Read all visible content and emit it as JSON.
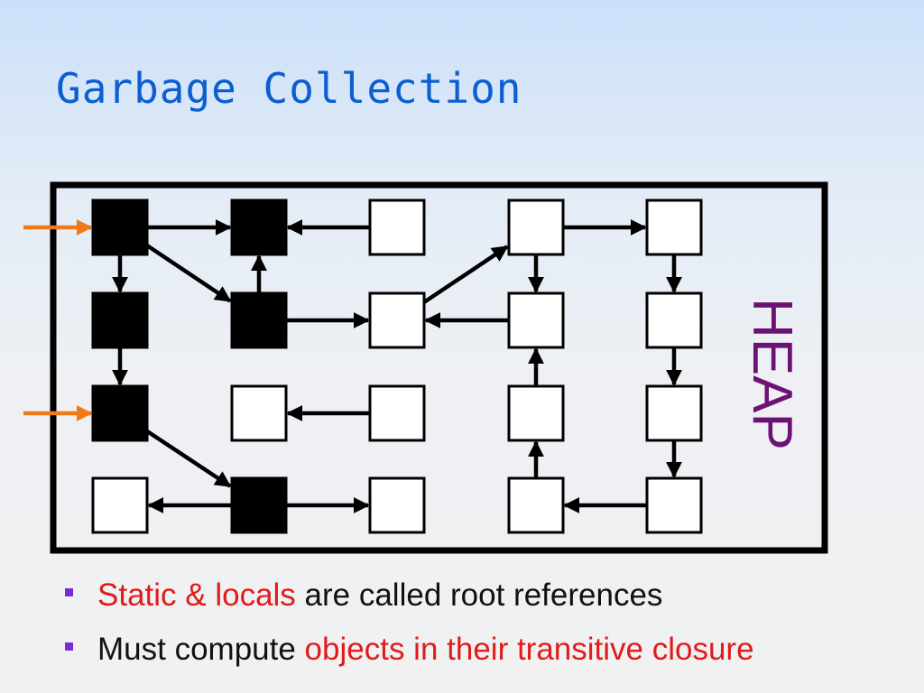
{
  "slide": {
    "title": "Garbage Collection",
    "heap_label": "HEAP",
    "bullets": [
      {
        "parts": [
          {
            "text": "Static & locals",
            "highlight": true
          },
          {
            "text": " are called root references",
            "highlight": false
          }
        ]
      },
      {
        "parts": [
          {
            "text": "Must compute ",
            "highlight": false
          },
          {
            "text": "objects in their transitive closure",
            "highlight": true
          }
        ]
      }
    ]
  },
  "colors": {
    "title": "#0b5fd0",
    "heap_label": "#6b1274",
    "highlight": "#e01b1b",
    "root_arrow": "#f07a1a",
    "reachable_object": "#000000",
    "unreachable_object": "#ffffff",
    "bullet": "#7a2bd6"
  },
  "heap_graph": {
    "grid": {
      "rows": 4,
      "cols": 5
    },
    "nodes": [
      {
        "id": "a1",
        "row": 0,
        "col": 0,
        "reachable": true
      },
      {
        "id": "a2",
        "row": 0,
        "col": 1,
        "reachable": true
      },
      {
        "id": "a3",
        "row": 0,
        "col": 2,
        "reachable": false
      },
      {
        "id": "a4",
        "row": 0,
        "col": 3,
        "reachable": false
      },
      {
        "id": "a5",
        "row": 0,
        "col": 4,
        "reachable": false
      },
      {
        "id": "b1",
        "row": 1,
        "col": 0,
        "reachable": true
      },
      {
        "id": "b2",
        "row": 1,
        "col": 1,
        "reachable": true
      },
      {
        "id": "b3",
        "row": 1,
        "col": 2,
        "reachable": false
      },
      {
        "id": "b4",
        "row": 1,
        "col": 3,
        "reachable": false
      },
      {
        "id": "b5",
        "row": 1,
        "col": 4,
        "reachable": false
      },
      {
        "id": "c1",
        "row": 2,
        "col": 0,
        "reachable": true
      },
      {
        "id": "c2",
        "row": 2,
        "col": 1,
        "reachable": false
      },
      {
        "id": "c3",
        "row": 2,
        "col": 2,
        "reachable": false
      },
      {
        "id": "c4",
        "row": 2,
        "col": 3,
        "reachable": false
      },
      {
        "id": "c5",
        "row": 2,
        "col": 4,
        "reachable": false
      },
      {
        "id": "d1",
        "row": 3,
        "col": 0,
        "reachable": false
      },
      {
        "id": "d2",
        "row": 3,
        "col": 1,
        "reachable": true
      },
      {
        "id": "d3",
        "row": 3,
        "col": 2,
        "reachable": false
      },
      {
        "id": "d4",
        "row": 3,
        "col": 3,
        "reachable": false
      },
      {
        "id": "d5",
        "row": 3,
        "col": 4,
        "reachable": false
      }
    ],
    "edges": [
      {
        "from": "a1",
        "to": "a2"
      },
      {
        "from": "a3",
        "to": "a2"
      },
      {
        "from": "a4",
        "to": "a5"
      },
      {
        "from": "a1",
        "to": "b1"
      },
      {
        "from": "a1",
        "to": "b2"
      },
      {
        "from": "b2",
        "to": "a2"
      },
      {
        "from": "b3",
        "to": "a4"
      },
      {
        "from": "a4",
        "to": "b4"
      },
      {
        "from": "a5",
        "to": "b5"
      },
      {
        "from": "b2",
        "to": "b3"
      },
      {
        "from": "b4",
        "to": "b3"
      },
      {
        "from": "b1",
        "to": "c1"
      },
      {
        "from": "c4",
        "to": "b4"
      },
      {
        "from": "b5",
        "to": "c5"
      },
      {
        "from": "c3",
        "to": "c2"
      },
      {
        "from": "c1",
        "to": "d2"
      },
      {
        "from": "d4",
        "to": "c4"
      },
      {
        "from": "c5",
        "to": "d5"
      },
      {
        "from": "d2",
        "to": "d1"
      },
      {
        "from": "d2",
        "to": "d3"
      },
      {
        "from": "d5",
        "to": "d4"
      }
    ],
    "root_references": [
      "a1",
      "c1"
    ]
  }
}
